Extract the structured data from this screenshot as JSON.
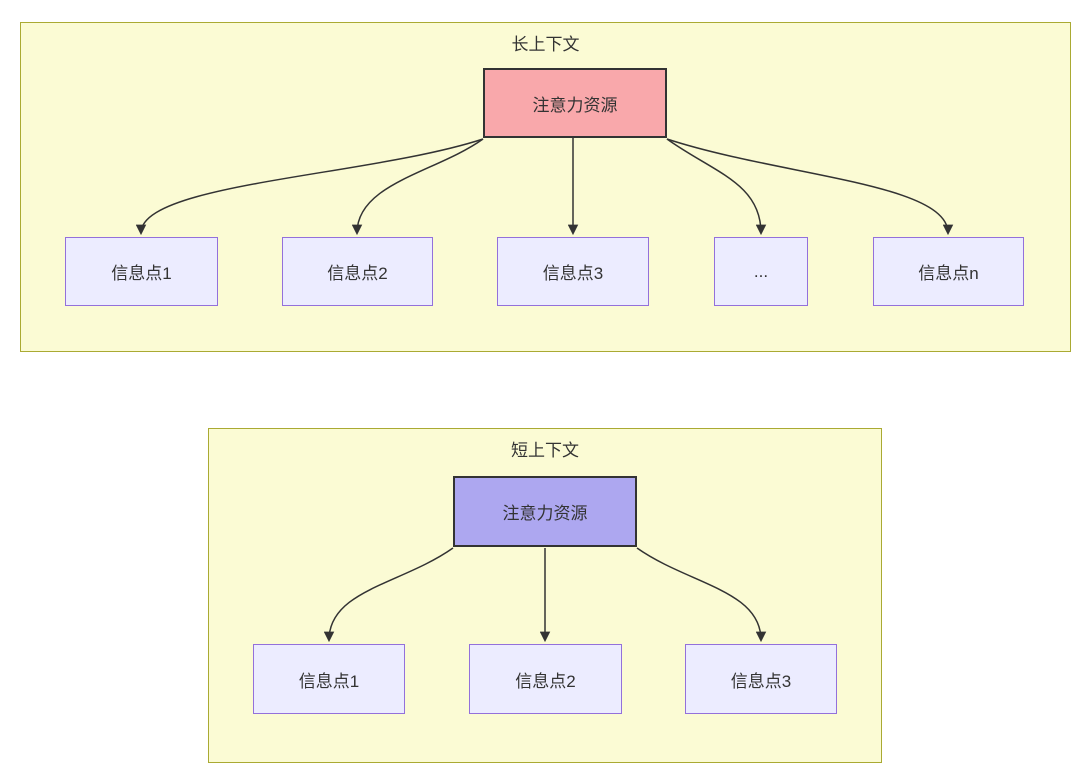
{
  "colors": {
    "group_fill": "#fbfbd4",
    "group_border": "#aaaa33",
    "info_node_fill": "#ececff",
    "info_node_border": "#9370db",
    "attention_long_fill": "#f9a8ab",
    "attention_short_fill": "#ada7f0",
    "attention_border": "#333333",
    "arrow_color": "#333333",
    "text_color": "#333333",
    "page_background": "#ffffff"
  },
  "long_context": {
    "title": "长上下文",
    "attention_label": "注意力资源",
    "info_points": [
      "信息点1",
      "信息点2",
      "信息点3",
      "...",
      "信息点n"
    ]
  },
  "short_context": {
    "title": "短上下文",
    "attention_label": "注意力资源",
    "info_points": [
      "信息点1",
      "信息点2",
      "信息点3"
    ]
  }
}
